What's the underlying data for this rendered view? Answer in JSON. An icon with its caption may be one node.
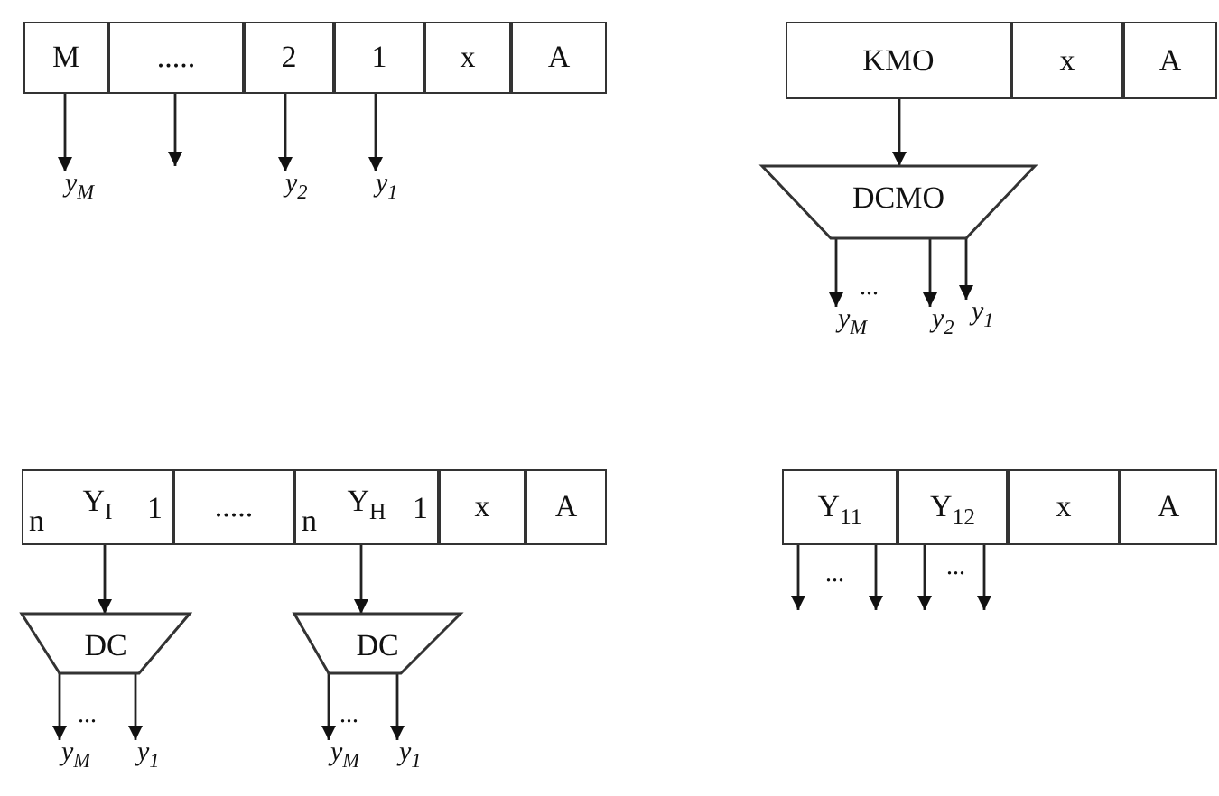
{
  "diagram": {
    "nodes": [
      {
        "text": [
          "M"
        ]
      },
      {
        "text": [
          "....."
        ]
      },
      {
        "text": [
          "2"
        ]
      },
      {
        "text": [
          "1"
        ]
      },
      {
        "text": [
          "x"
        ]
      },
      {
        "text": [
          "A"
        ]
      },
      {
        "text": [
          "KMO"
        ]
      },
      {
        "text": [
          "x"
        ]
      },
      {
        "text": [
          "A"
        ]
      },
      {
        "text": [
          "y$_{M}$"
        ]
      },
      {
        "text": [
          "y$_{2}$"
        ]
      },
      {
        "text": [
          "y$_{1}$"
        ]
      },
      {
        "text": [
          "DCMO"
        ]
      },
      {
        "text": [
          "y$_{M}$"
        ]
      },
      {
        "text": [
          "y$_{2}$"
        ]
      },
      {
        "text": [
          "y$_{1}$"
        ]
      },
      {
        "text": [
          "n",
          "Y$_{I}$",
          "1"
        ]
      },
      {
        "text": [
          "....."
        ]
      },
      {
        "text": [
          "n",
          "Y$_{H}$",
          "1"
        ]
      },
      {
        "text": [
          "x"
        ]
      },
      {
        "text": [
          "A"
        ]
      },
      {
        "text": [
          "Y$_{11}$"
        ]
      },
      {
        "text": [
          "Y$_{12}$"
        ]
      },
      {
        "text": [
          "x"
        ]
      },
      {
        "text": [
          "A"
        ]
      },
      {
        "text": [
          "DC"
        ]
      },
      {
        "text": [
          "DC"
        ]
      },
      {
        "text": [
          "y$_{M}$"
        ]
      },
      {
        "text": [
          "y$_{1}$"
        ]
      },
      {
        "text": [
          "y$_{M}$"
        ]
      },
      {
        "text": [
          "y$_{1}$"
        ]
      }
    ],
    "edges": [
      {
        "from": 0,
        "to": 9,
        "arrow": "to"
      },
      {
        "from": 1,
        "to": null,
        "arrow": "to"
      },
      {
        "from": 2,
        "to": 10,
        "arrow": "to"
      },
      {
        "from": 3,
        "to": 11,
        "arrow": "to"
      },
      {
        "from": 6,
        "to": 12,
        "arrow": "to"
      },
      {
        "from": 12,
        "to": 13,
        "arrow": "to"
      },
      {
        "from": 12,
        "to": 14,
        "arrow": "to"
      },
      {
        "from": 12,
        "to": 15,
        "arrow": "to"
      },
      {
        "from": 16,
        "to": 25,
        "arrow": "to"
      },
      {
        "from": 18,
        "to": 26,
        "arrow": "to"
      },
      {
        "from": 25,
        "to": 27,
        "arrow": "to"
      },
      {
        "from": 25,
        "to": 28,
        "arrow": "to"
      },
      {
        "from": 26,
        "to": 29,
        "arrow": "to"
      },
      {
        "from": 26,
        "to": 30,
        "arrow": "to"
      },
      {
        "from": 21,
        "to": null,
        "arrow": "to"
      },
      {
        "from": 21,
        "to": null,
        "arrow": "to"
      },
      {
        "from": 22,
        "to": null,
        "arrow": "to"
      },
      {
        "from": 22,
        "to": null,
        "arrow": "to"
      }
    ],
    "labels": [
      "...",
      "...",
      "...",
      "...",
      "..."
    ]
  }
}
